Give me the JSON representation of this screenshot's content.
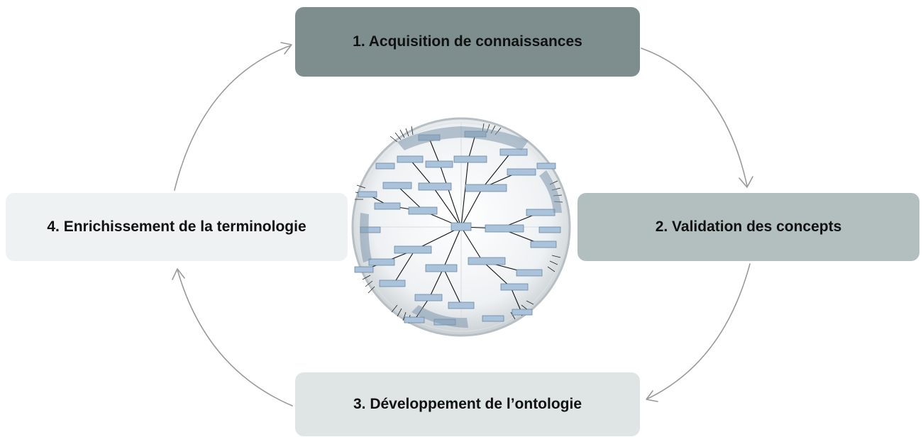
{
  "steps": [
    {
      "id": "step1",
      "label": "1. Acquisition de connaissances",
      "color": "#7e8e8e"
    },
    {
      "id": "step2",
      "label": "2. Validation des concepts",
      "color": "#b3bfbf"
    },
    {
      "id": "step3",
      "label": "3. Développement de l’ontologie",
      "color": "#dfe5e5"
    },
    {
      "id": "step4",
      "label": "4. Enrichissement de la terminologie",
      "color": "#eef2f2"
    }
  ],
  "center_graphic": {
    "icon": "ontology-hyperbolic-tree-icon"
  },
  "cycle": {
    "direction": "clockwise",
    "arrow_color": "#9a9a9a"
  }
}
